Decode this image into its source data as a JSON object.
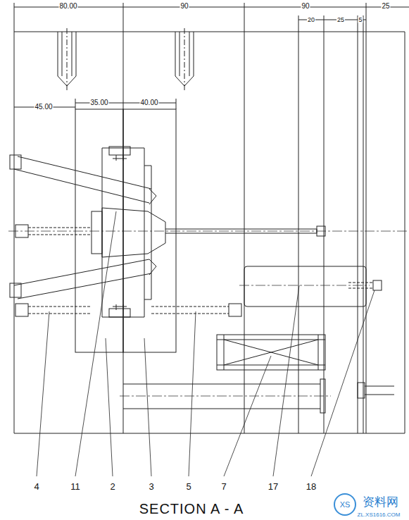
{
  "diagram": {
    "caption": "SECTION A - A",
    "labels": [
      "80.00",
      "90",
      "90",
      "20",
      "25",
      "5",
      "25",
      "45.00",
      "35.00",
      "40.00",
      "4",
      "11",
      "2",
      "3",
      "5",
      "7",
      "17",
      "18",
      "资料网",
      "ZL.XS1616.COM",
      "XS"
    ]
  }
}
